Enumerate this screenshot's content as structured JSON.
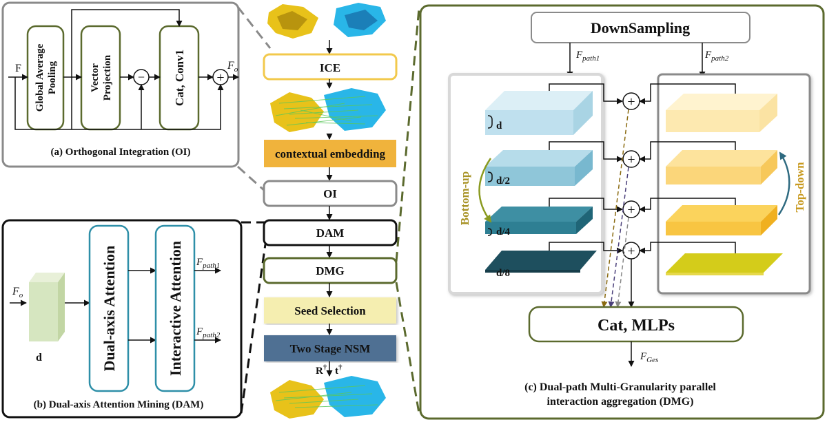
{
  "colors": {
    "green_border": "#5b6a2e",
    "gray_border": "#8a8a8a",
    "ice_border": "#f2c94c",
    "contextual_fill": "#f0b33c",
    "seed_fill": "#f5eeb0",
    "nsm_fill": "#4f6f93",
    "blue_light": "#bfe0ee",
    "blue_mid": "#8fc6d9",
    "blue_dark": "#2e7f93",
    "blue_darkest": "#1e4f5e",
    "yellow_light": "#fde9b0",
    "yellow_mid": "#fbd67a",
    "yellow_strong": "#f8c542",
    "yellow_green": "#d4cc1a",
    "bottom_up_color": "#a89327",
    "top_down_color": "#c89a20"
  },
  "panel_oi": {
    "input": "F",
    "gap_block": "Global Average Pooling",
    "gap_lines": [
      "Global Average",
      "Pooling"
    ],
    "vector_block": "Vector Projection",
    "vector_lines": [
      "Vector",
      "Projection"
    ],
    "cat_block": "Cat, Conv1",
    "minus": "−",
    "plus": "+",
    "output": "Fo",
    "output_main": "F",
    "output_sub": "o",
    "caption": "(a) Orthogonal Integration (OI)"
  },
  "panel_dam": {
    "input_main": "F",
    "input_sub": "o",
    "feature_label": "d",
    "dual_axis": "Dual-axis Attention",
    "interactive": "Interactive Attention",
    "out1_main": "F",
    "out1_sub": "path1",
    "out2_main": "F",
    "out2_sub": "path2",
    "caption": "(b) Dual-axis Attention Mining (DAM)"
  },
  "pipeline": {
    "ice": "ICE",
    "contextual": "contextual embedding",
    "oi": "OI",
    "dam": "DAM",
    "dmg": "DMG",
    "seed": "Seed Selection",
    "nsm": "Two Stage NSM",
    "r_label": "R",
    "t_label": "t",
    "dagger": "†"
  },
  "panel_dmg": {
    "downsampling": "DownSampling",
    "path1_main": "F",
    "path1_sub": "path1",
    "path2_main": "F",
    "path2_sub": "path2",
    "layers": [
      "d",
      "d/2",
      "d/4",
      "d/8"
    ],
    "bottom_up": "Bottom-up",
    "top_down": "Top-down",
    "plus": "+",
    "cat_mlps": "Cat, MLPs",
    "out_main": "F",
    "out_sub": "Ges",
    "caption_line1": "(c) Dual-path Multi-Granularity parallel",
    "caption_line2": "interaction aggregation (DMG)"
  }
}
